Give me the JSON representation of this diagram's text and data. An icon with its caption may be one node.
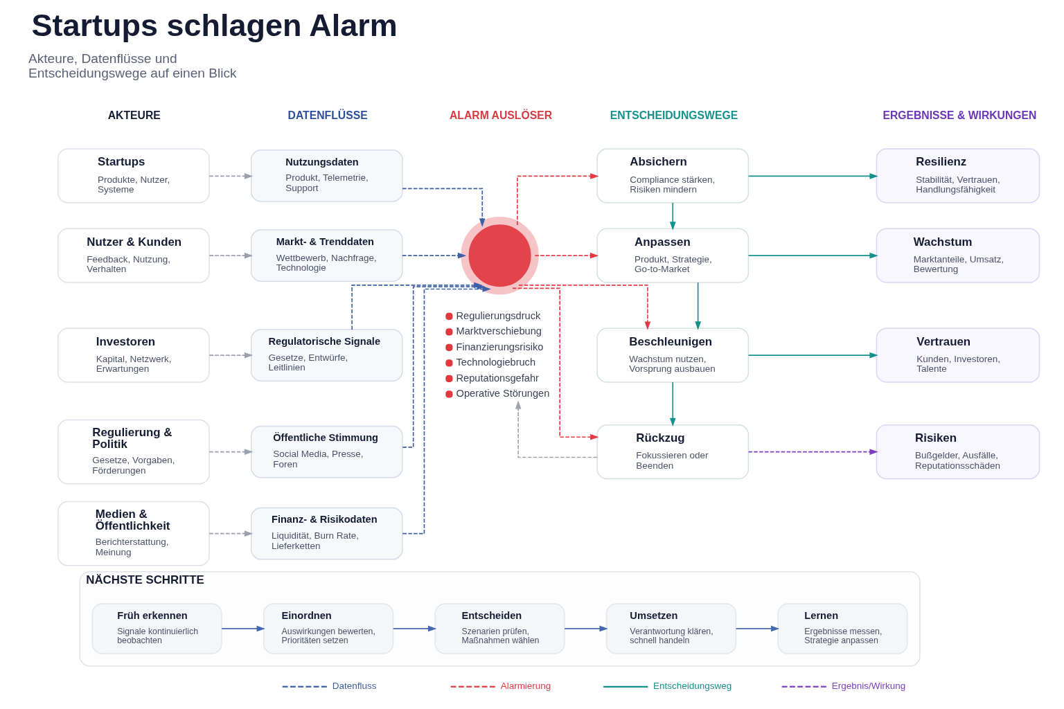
{
  "diagram": {
    "title": "Startups schlagen Alarm",
    "nodes": [
      {
        "text": [
          "Startups",
          "Produkte, Nutzer, Systeme"
        ]
      },
      {
        "text": [
          "Nutzer & Kunden",
          "Feedback, Nutzung, Verhalten"
        ]
      },
      {
        "text": [
          "Investoren",
          "Kapital, Netzwerk, Erwartungen"
        ]
      },
      {
        "text": [
          "Regulierung & Politik",
          "Gesetze, Vorgaben, Förderungen"
        ]
      },
      {
        "text": [
          "Medien & Öffentlichkeit",
          "Berichterstattung, Meinung"
        ]
      },
      {
        "text": [
          "Nutzungsdaten",
          "Produkt, Telemetrie, Support"
        ]
      },
      {
        "text": [
          "Markt- & Trenddaten",
          "Wettbewerb, Nachfrage, Technologie"
        ]
      },
      {
        "text": [
          "Regulatorische Signale",
          "Gesetze, Entwürfe, Leitlinien"
        ]
      },
      {
        "text": [
          "Öffentliche Stimmung",
          "Social Media, Presse, Foren"
        ]
      },
      {
        "text": [
          "Finanz- & Risikodaten",
          "Liquidität, Burn Rate, Lieferketten"
        ]
      },
      {
        "text": [],
        "shape": "circle"
      },
      {
        "text": [
          "Regulierungsdruck",
          "Marktverschiebung",
          "Finanzierungsrisiko",
          "Technologiebruch",
          "Reputationsgefahr",
          "Operative Störungen"
        ]
      },
      {
        "text": [
          "Absichern",
          "Compliance stärken, Risiken mindern"
        ]
      },
      {
        "text": [
          "Anpassen",
          "Produkt, Strategie, Go-to-Market"
        ]
      },
      {
        "text": [
          "Beschleunigen",
          "Wachstum nutzen, Vorsprung ausbauen"
        ]
      },
      {
        "text": [
          "Rückzug",
          "Fokussieren oder Beenden"
        ]
      },
      {
        "text": [
          "Resilienz",
          "Stabilität, Vertrauen, Handlungsfähigkeit"
        ]
      },
      {
        "text": [
          "Wachstum",
          "Marktanteile, Umsatz, Bewertung"
        ]
      },
      {
        "text": [
          "Vertrauen",
          "Kunden, Investoren, Talente"
        ]
      },
      {
        "text": [
          "Risiken",
          "Bußgelder, Ausfälle, Reputationsschäden"
        ]
      },
      {
        "text": [
          "NÄCHSTE SCHRITTE"
        ]
      },
      {
        "text": [
          "Früh erkennen",
          "Signale kontinuierlich beobachten"
        ],
        "in": 20
      },
      {
        "text": [
          "Einordnen",
          "Auswirkungen bewerten, Prioritäten setzen"
        ],
        "in": 20
      },
      {
        "text": [
          "Entscheiden",
          "Szenarien prüfen, Maßnahmen wählen"
        ],
        "in": 20
      },
      {
        "text": [
          "Umsetzen",
          "Verantwortung klären, schnell handeln"
        ],
        "in": 20
      },
      {
        "text": [
          "Lernen",
          "Ergebnisse messen, Strategie anpassen"
        ],
        "in": 20
      }
    ],
    "edges": [
      {
        "from": 0,
        "to": 5,
        "arrow": "to",
        "style": "dashed",
        "color": "#9aa1ad"
      },
      {
        "from": 1,
        "to": 6,
        "arrow": "to",
        "style": "dashed",
        "color": "#9aa1ad"
      },
      {
        "from": 2,
        "to": 7,
        "arrow": "to",
        "style": "dashed",
        "color": "#9aa1ad"
      },
      {
        "from": 3,
        "to": 8,
        "arrow": "to",
        "style": "dashed",
        "color": "#9aa1ad"
      },
      {
        "from": 4,
        "to": 9,
        "arrow": "to",
        "style": "dashed",
        "color": "#9aa1ad"
      },
      {
        "from": 5,
        "to": 10,
        "arrow": "to",
        "style": "dashed",
        "color": "#3d5fa6"
      },
      {
        "from": 6,
        "to": 10,
        "arrow": "to",
        "style": "dashed",
        "color": "#3d5fa6"
      },
      {
        "from": 7,
        "to": 10,
        "arrow": "to",
        "style": "dashed",
        "color": "#3d5fa6"
      },
      {
        "from": 8,
        "to": 10,
        "arrow": "to",
        "style": "dashed",
        "color": "#3d5fa6"
      },
      {
        "from": 9,
        "to": 10,
        "arrow": "to",
        "style": "dashed",
        "color": "#3d5fa6"
      },
      {
        "from": 10,
        "to": 12,
        "arrow": "to",
        "style": "dashed",
        "color": "#e23b43"
      },
      {
        "from": 10,
        "to": 13,
        "arrow": "to",
        "style": "dashed",
        "color": "#e23b43"
      },
      {
        "from": 10,
        "to": 14,
        "arrow": "to",
        "style": "dashed",
        "color": "#e23b43"
      },
      {
        "from": 10,
        "to": 15,
        "arrow": "to",
        "style": "dashed",
        "color": "#e23b43"
      },
      {
        "from": 12,
        "to": 13,
        "arrow": "to"
      },
      {
        "from": 13,
        "to": 14,
        "arrow": "to"
      },
      {
        "from": 14,
        "to": 15,
        "arrow": "to"
      },
      {
        "from": 12,
        "to": 16,
        "arrow": "to"
      },
      {
        "from": 13,
        "to": 17,
        "arrow": "to"
      },
      {
        "from": 14,
        "to": 18,
        "arrow": "to"
      },
      {
        "from": 15,
        "to": 19,
        "arrow": "to",
        "style": "dashed",
        "color": "#7b3fc4"
      },
      {
        "from": 15,
        "to": 11,
        "arrow": "to",
        "style": "dashed",
        "color": "#a0a5ad"
      },
      {
        "from": 21,
        "to": 22,
        "arrow": "to",
        "color": "#4668b0"
      },
      {
        "from": 22,
        "to": 23,
        "arrow": "to",
        "color": "#4668b0"
      },
      {
        "from": 23,
        "to": 24,
        "arrow": "to",
        "color": "#4668b0"
      },
      {
        "from": 24,
        "to": 25,
        "arrow": "to",
        "color": "#4668b0"
      }
    ],
    "labels": [
      "Akteure, Datenflüsse und Entscheidungswege auf einen Blick",
      "AKTEURE",
      "DATENFLÜSSE",
      "ALARM AUSLÖSER",
      "ENTSCHEIDUNGSWEGE",
      "ERGEBNISSE & WIRKUNGEN"
    ],
    "legend": [
      {
        "text": "Datenfluss"
      },
      {
        "text": "Alarmierung"
      },
      {
        "text": "Entscheidungsweg"
      },
      {
        "text": "Ergebnis/Wirkung"
      }
    ]
  }
}
